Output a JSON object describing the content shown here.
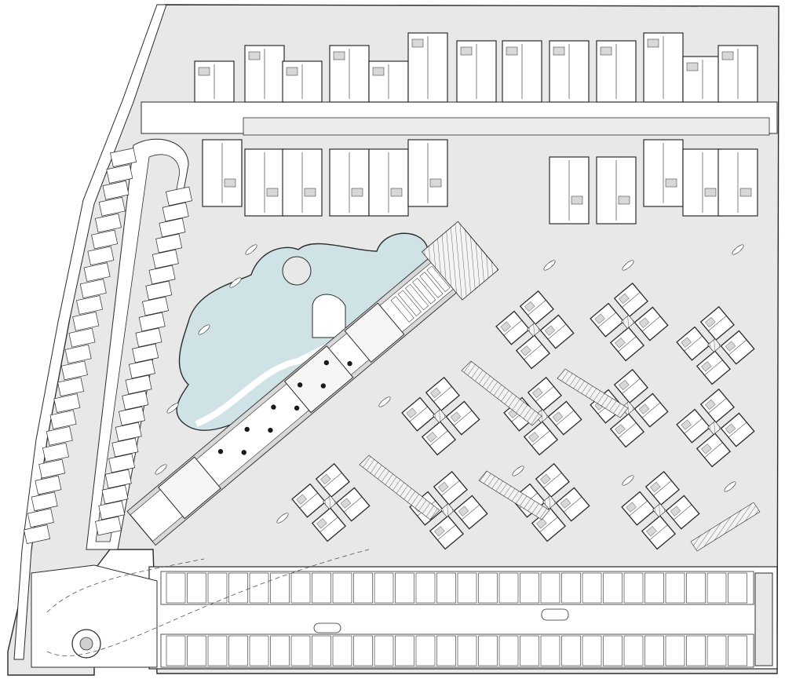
{
  "drawing": {
    "kind": "site-plan",
    "colors": {
      "ground": "#e8e8e8",
      "paper": "#ffffff",
      "line": "#2b2b2b",
      "water": "#cfe3e6",
      "dark": "#1a1a1a"
    },
    "zones": [
      {
        "id": "perimeter-road",
        "icon": "road-icon"
      },
      {
        "id": "west-parking-loop",
        "icon": "parking-icon"
      },
      {
        "id": "south-parking-strip",
        "icon": "parking-icon"
      },
      {
        "id": "north-apartment-blocks",
        "icon": "building-icon"
      },
      {
        "id": "swimming-pool",
        "icon": "pool-icon"
      },
      {
        "id": "clubhouse-promenade",
        "icon": "pavilion-icon"
      },
      {
        "id": "pinwheel-house-clusters",
        "icon": "house-icon"
      },
      {
        "id": "roundabout",
        "icon": "roundabout-icon"
      }
    ]
  }
}
